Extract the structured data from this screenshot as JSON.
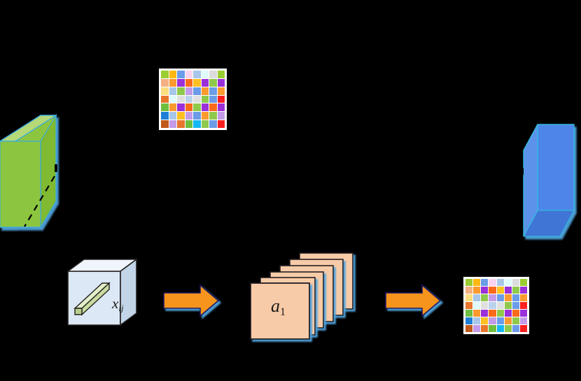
{
  "figure": {
    "title": "CNN feature extraction pipeline diagram",
    "background_color": "#000000"
  },
  "palette": {
    "green_face": "#8CC63F",
    "green_top": "#B5D978",
    "green_side": "#9ACB45",
    "blue_face": "#4E86E8",
    "blue_top": "#7BA6EF",
    "blue_side": "#3F74D6",
    "cube_face": "#DCE8F5",
    "cube_top": "#EFF5FB",
    "cube_side": "#C2D5E8",
    "plane_face": "#F8CBA8",
    "plane_outline": "#231f20",
    "arrow_fill": "#F7941E",
    "arrow_outline": "#1B1464",
    "shadow_blue": "#6BAEE0",
    "bar_fill": "#C8DCA0",
    "bar_top": "#E3EFC9",
    "outline_dark": "#231f20",
    "grid_background": "#ffffff"
  },
  "labels": {
    "cube_vector": {
      "base": "x",
      "sub": "ij"
    },
    "feature_stack": {
      "base": "a",
      "sub": "1"
    }
  },
  "elements": {
    "input_slab": {
      "name": "green-input-slab",
      "color": "#8CC63F",
      "shape": "3d-slab",
      "orientation": "left"
    },
    "output_slab": {
      "name": "blue-output-slab",
      "color": "#4E86E8",
      "shape": "3d-slab",
      "orientation": "right"
    },
    "input_cube": {
      "name": "input-voxel-cube",
      "shape": "3d-cube",
      "contains": "diagonal-vector-bar"
    },
    "feature_maps": {
      "name": "stacked-feature-maps",
      "count": 6,
      "color": "#F8CBA8"
    },
    "arrows": [
      {
        "name": "arrow-1",
        "direction": "right"
      },
      {
        "name": "arrow-2",
        "direction": "right"
      }
    ]
  },
  "grids": {
    "top_matrix": {
      "name": "top-colour-matrix",
      "rows": 7,
      "cols": 8,
      "has_pointer_mark": true,
      "cells": [
        [
          "#9ACD32",
          "#FDB813",
          "#6A9CE8",
          "#FBD3EE",
          "#A8C6EA",
          "#DFFBFB",
          "#DCDCDC",
          "#9ACD32"
        ],
        [
          "#F4B183",
          "#FB9A2E",
          "#9B30D9",
          "#FB6A1A",
          "#FDC023",
          "#9B30D9",
          "#8FC94B",
          "#9B30D9"
        ],
        [
          "#FBDE7E",
          "#A8C6EA",
          "#8FC94B",
          "#C39BE8",
          "#6A9CE8",
          "#FB9A2E",
          "#6A9CE8",
          "#FB9A2E"
        ],
        [
          "#E8762C",
          "#DFFBFB",
          "#E0E0E0",
          "#BBD2EC",
          "#E0E0E0",
          "#8FC94B",
          "#6A9CE8",
          "#FB2020"
        ],
        [
          "#6FBF3F",
          "#FB9A2E",
          "#9B30D9",
          "#FB6A1A",
          "#8FC94B",
          "#9B30D9",
          "#FB6A1A",
          "#9B30D9"
        ],
        [
          "#1F7FD6",
          "#A8C6EA",
          "#FDC023",
          "#C39BE8",
          "#6A9CE8",
          "#FB9A2E",
          "#8FC94B",
          "#C39BE8"
        ],
        [
          "#C0591B",
          "#C39BE8",
          "#E8762C",
          "#6FBF3F",
          "#16B8F3",
          "#8FC94B",
          "#6A9CE8",
          "#FB2020"
        ]
      ]
    },
    "output_matrix": {
      "name": "output-colour-matrix",
      "rows": 7,
      "cols": 8,
      "has_pointer_mark": false,
      "cells": [
        [
          "#9ACD32",
          "#FDB813",
          "#6A9CE8",
          "#FBD3EE",
          "#A8C6EA",
          "#DFFBFB",
          "#DCDCDC",
          "#9ACD32"
        ],
        [
          "#F4B183",
          "#FB9A2E",
          "#9B30D9",
          "#FB6A1A",
          "#FDC023",
          "#9B30D9",
          "#8FC94B",
          "#9B30D9"
        ],
        [
          "#FBDE7E",
          "#A8C6EA",
          "#8FC94B",
          "#C39BE8",
          "#6A9CE8",
          "#FB9A2E",
          "#6A9CE8",
          "#FB9A2E"
        ],
        [
          "#E8762C",
          "#DFFBFB",
          "#E0E0E0",
          "#BBD2EC",
          "#E0E0E0",
          "#8FC94B",
          "#6A9CE8",
          "#FB2020"
        ],
        [
          "#6FBF3F",
          "#FB9A2E",
          "#9B30D9",
          "#FB6A1A",
          "#8FC94B",
          "#9B30D9",
          "#FB6A1A",
          "#9B30D9"
        ],
        [
          "#1F7FD6",
          "#A8C6EA",
          "#FDC023",
          "#C39BE8",
          "#6A9CE8",
          "#FB9A2E",
          "#8FC94B",
          "#C39BE8"
        ],
        [
          "#C0591B",
          "#C39BE8",
          "#E8762C",
          "#6FBF3F",
          "#16B8F3",
          "#8FC94B",
          "#6A9CE8",
          "#FB2020"
        ]
      ]
    }
  }
}
